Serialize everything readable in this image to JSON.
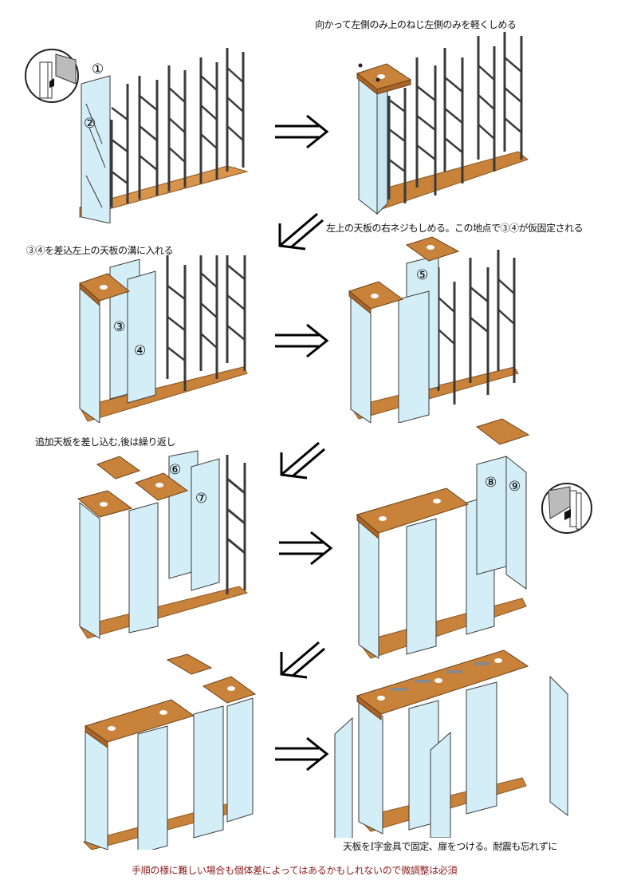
{
  "document": {
    "type": "assembly-instructions",
    "colors": {
      "wood": "#c8823a",
      "wood_edge": "#8a5520",
      "glass": "#d4eef7",
      "pole": "#3a3a3a",
      "note_red": "#8b1a1a"
    }
  },
  "steps": [
    {
      "id": 1,
      "caption": "",
      "parts": [
        "①",
        "②"
      ],
      "inset": "groove-detail-icon"
    },
    {
      "id": 2,
      "caption": "向かって左側のみ上のねじ左側のみを軽くしめる",
      "parts": []
    },
    {
      "id": 3,
      "caption": "③④を差込左上の天板の溝に入れる",
      "parts": [
        "③",
        "④"
      ]
    },
    {
      "id": 4,
      "caption": "左上の天板の右ネジもしめる。この地点で③④が仮固定される",
      "parts": [
        "⑤"
      ]
    },
    {
      "id": 5,
      "caption": "追加天板を差し込む,後は繰り返し",
      "parts": [
        "⑥",
        "⑦"
      ]
    },
    {
      "id": 6,
      "caption": "",
      "parts": [
        "⑧",
        "⑨"
      ],
      "inset": "groove-detail-icon"
    },
    {
      "id": 7,
      "caption": "",
      "parts": []
    },
    {
      "id": 8,
      "caption": "天板をI字金具で固定、扉をつける。耐震も忘れずに",
      "parts": []
    }
  ],
  "arrows": {
    "right": "⇒",
    "down_left": "⇙"
  },
  "footer_note": "手順の様に難しい場合も個体差によってはあるかもしれないので微調整は必須"
}
